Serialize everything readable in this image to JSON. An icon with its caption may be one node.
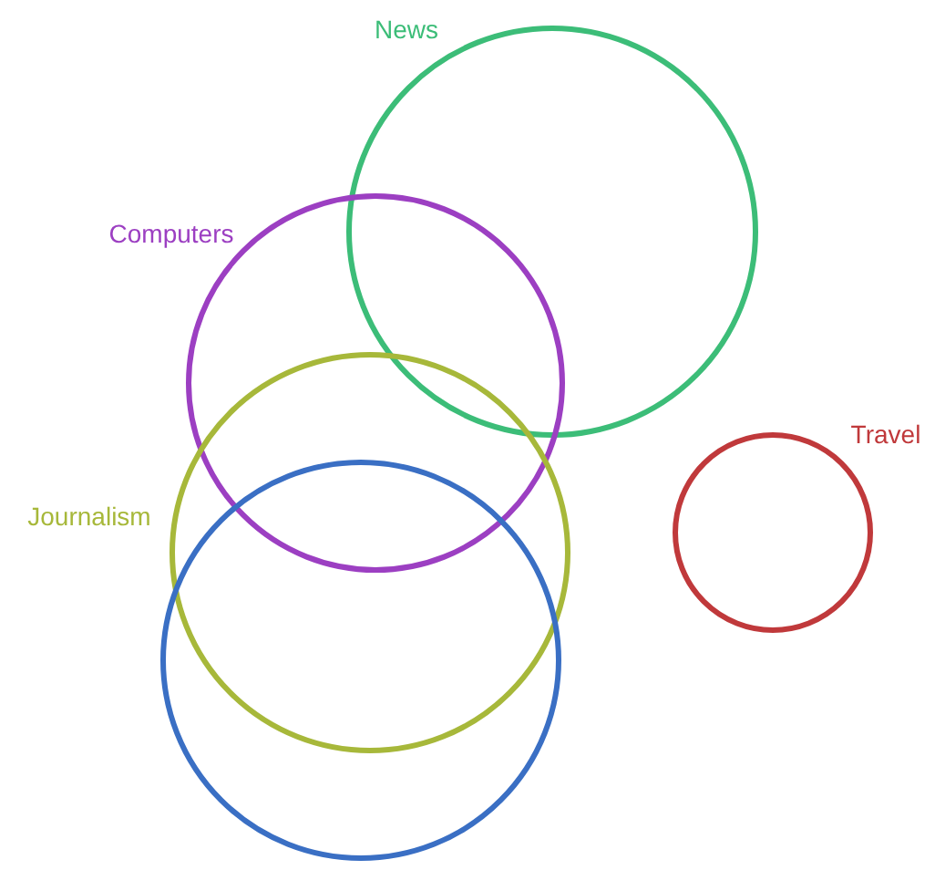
{
  "diagram": {
    "nodes": [
      {
        "text": [
          "News"
        ]
      },
      {
        "text": [
          "Computers"
        ]
      },
      {
        "text": [
          "Travel"
        ]
      },
      {
        "text": [
          "Journalism"
        ]
      },
      {
        "text": [],
        "shape": "circle"
      }
    ]
  }
}
